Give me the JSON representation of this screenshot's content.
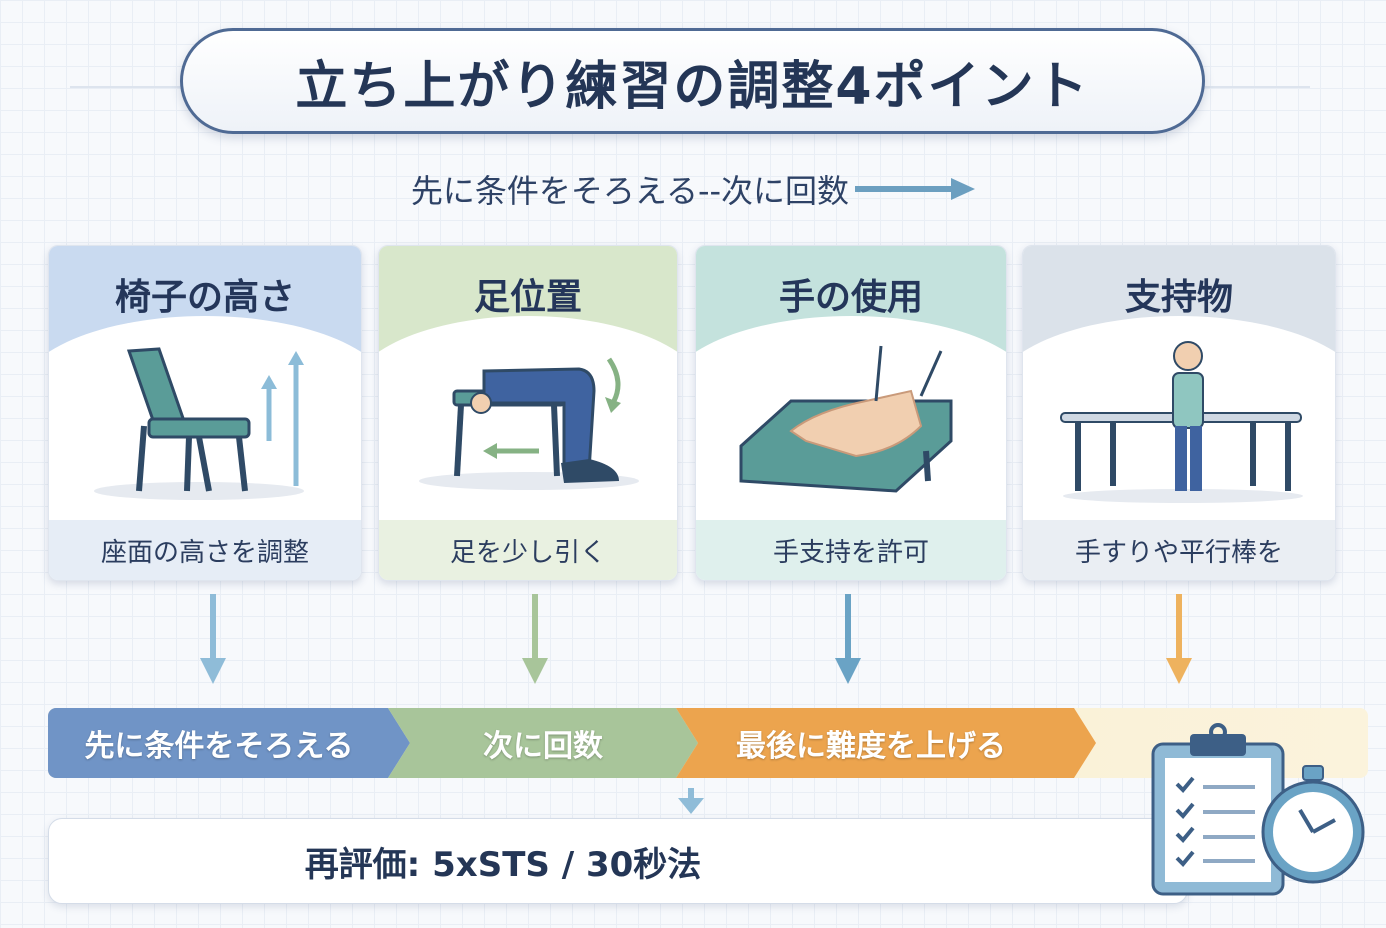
{
  "title": "立ち上がり練習の調整4ポイント",
  "subtitle": "先に条件をそろえる--次に回数",
  "cards": [
    {
      "title": "椅子の高さ",
      "caption": "座面の高さを調整",
      "icon": "chair-height-icon",
      "color": "#c9daf0",
      "cap_color": "#e6edf6"
    },
    {
      "title": "足位置",
      "caption": "足を少し引く",
      "icon": "foot-position-icon",
      "color": "#d8e7cb",
      "cap_color": "#e9f1e1"
    },
    {
      "title": "手の使用",
      "caption": "手支持を許可",
      "icon": "hand-support-icon",
      "color": "#c4e2dd",
      "cap_color": "#dff0ed"
    },
    {
      "title": "支持物",
      "caption": "手すりや平行棒を",
      "icon": "parallel-bars-icon",
      "color": "#dbe2ea",
      "cap_color": "#eaeef3"
    }
  ],
  "flow": [
    {
      "label": "先に条件をそろえる",
      "color": "#7094c6"
    },
    {
      "label": "次に回数",
      "color": "#a8c59a"
    },
    {
      "label": "最後に難度を上げる",
      "color": "#eca44e"
    }
  ],
  "reassess": "再評価: 5xSTS / 30秒法",
  "arrow_colors": [
    "#8fbcd8",
    "#a8c59a",
    "#6aa3c5",
    "#eeb25e"
  ]
}
